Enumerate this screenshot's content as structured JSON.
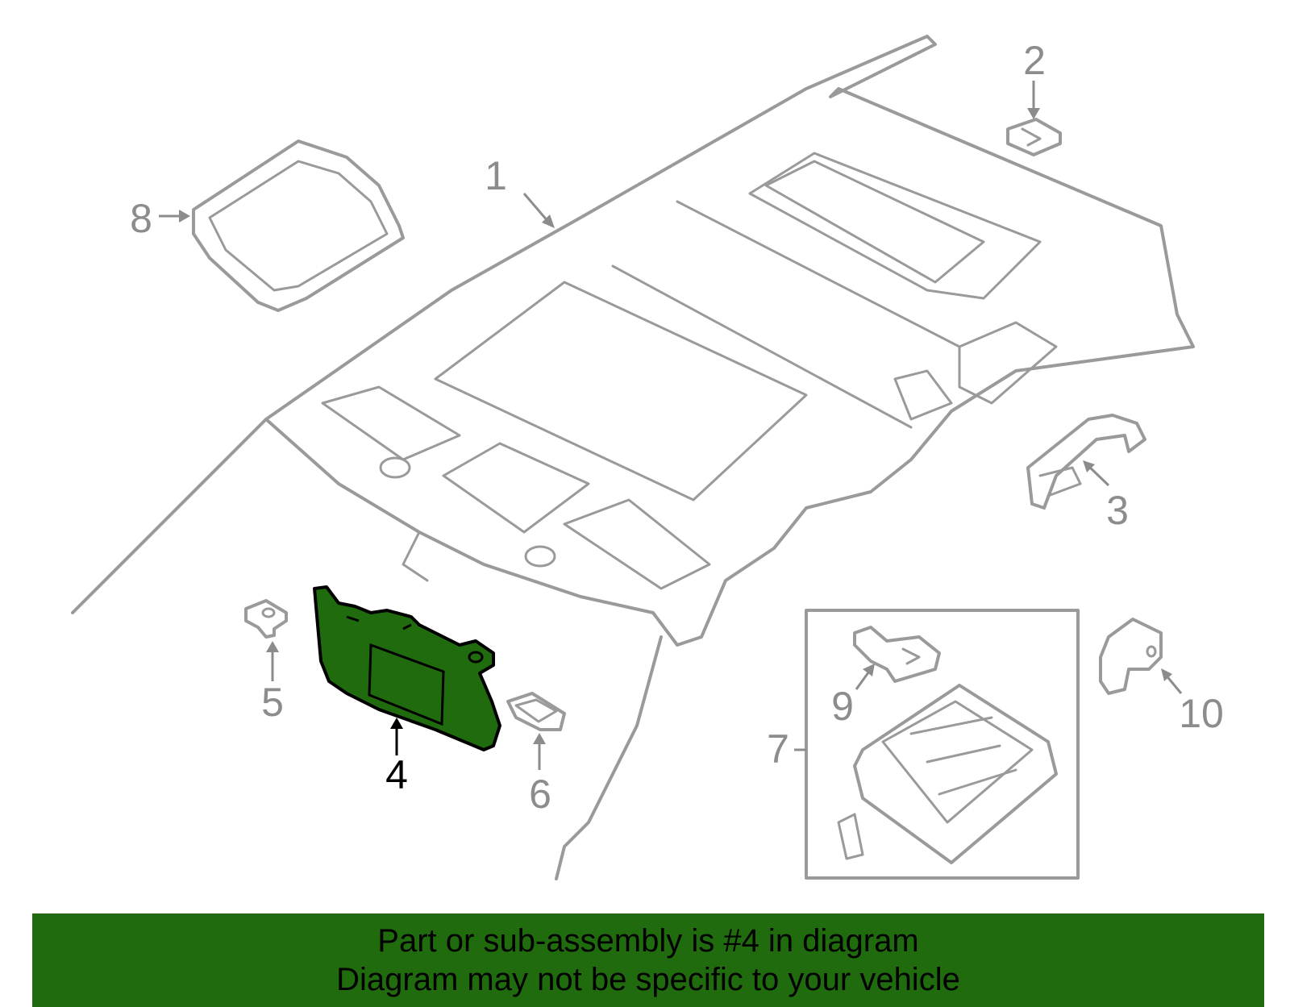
{
  "diagram": {
    "callouts": [
      {
        "id": "1",
        "label": "1"
      },
      {
        "id": "2",
        "label": "2"
      },
      {
        "id": "3",
        "label": "3"
      },
      {
        "id": "4",
        "label": "4"
      },
      {
        "id": "5",
        "label": "5"
      },
      {
        "id": "6",
        "label": "6"
      },
      {
        "id": "7",
        "label": "7"
      },
      {
        "id": "8",
        "label": "8"
      },
      {
        "id": "9",
        "label": "9"
      },
      {
        "id": "10",
        "label": "10"
      }
    ],
    "highlighted_part": "4",
    "highlight_color": "#1f6b0e",
    "line_color": "#9a9a9a"
  },
  "banner": {
    "line1": "Part or sub-assembly is #4 in diagram",
    "line2": "Diagram may not be specific to your vehicle",
    "background": "#1f6b0e"
  }
}
